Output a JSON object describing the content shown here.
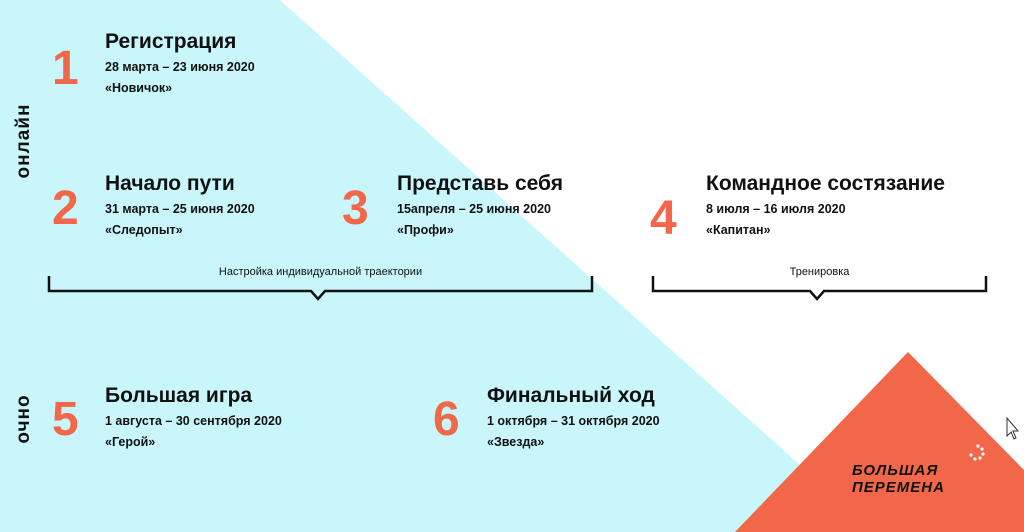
{
  "side_labels": {
    "online": "онлайн",
    "offline": "очно"
  },
  "stages": [
    {
      "number": "1",
      "title": "Регистрация",
      "dates": "28 марта – 23 июня 2020",
      "role": "«Новичок»"
    },
    {
      "number": "2",
      "title": "Начало пути",
      "dates": "31 марта – 25 июня 2020",
      "role": "«Следопыт»"
    },
    {
      "number": "3",
      "title": "Представь себя",
      "dates": "15апреля – 25 июня 2020",
      "role": "«Профи»"
    },
    {
      "number": "4",
      "title": "Командное состязание",
      "dates": "8 июля – 16 июля 2020",
      "role": "«Капитан»"
    },
    {
      "number": "5",
      "title": "Большая игра",
      "dates": "1 августа – 30 сентября 2020",
      "role": "«Герой»"
    },
    {
      "number": "6",
      "title": "Финальный ход",
      "dates": "1 октября – 31 октября 2020",
      "role": "«Звезда»"
    }
  ],
  "brackets": {
    "left_label": "Настройка индивидуальной траектории",
    "right_label": "Тренировка"
  },
  "logo": {
    "line1": "БОЛЬШАЯ",
    "line2": "ПЕРЕМЕНА"
  },
  "colors": {
    "cyan": "#c9f6fb",
    "orange": "#f26649",
    "text": "#111111"
  }
}
